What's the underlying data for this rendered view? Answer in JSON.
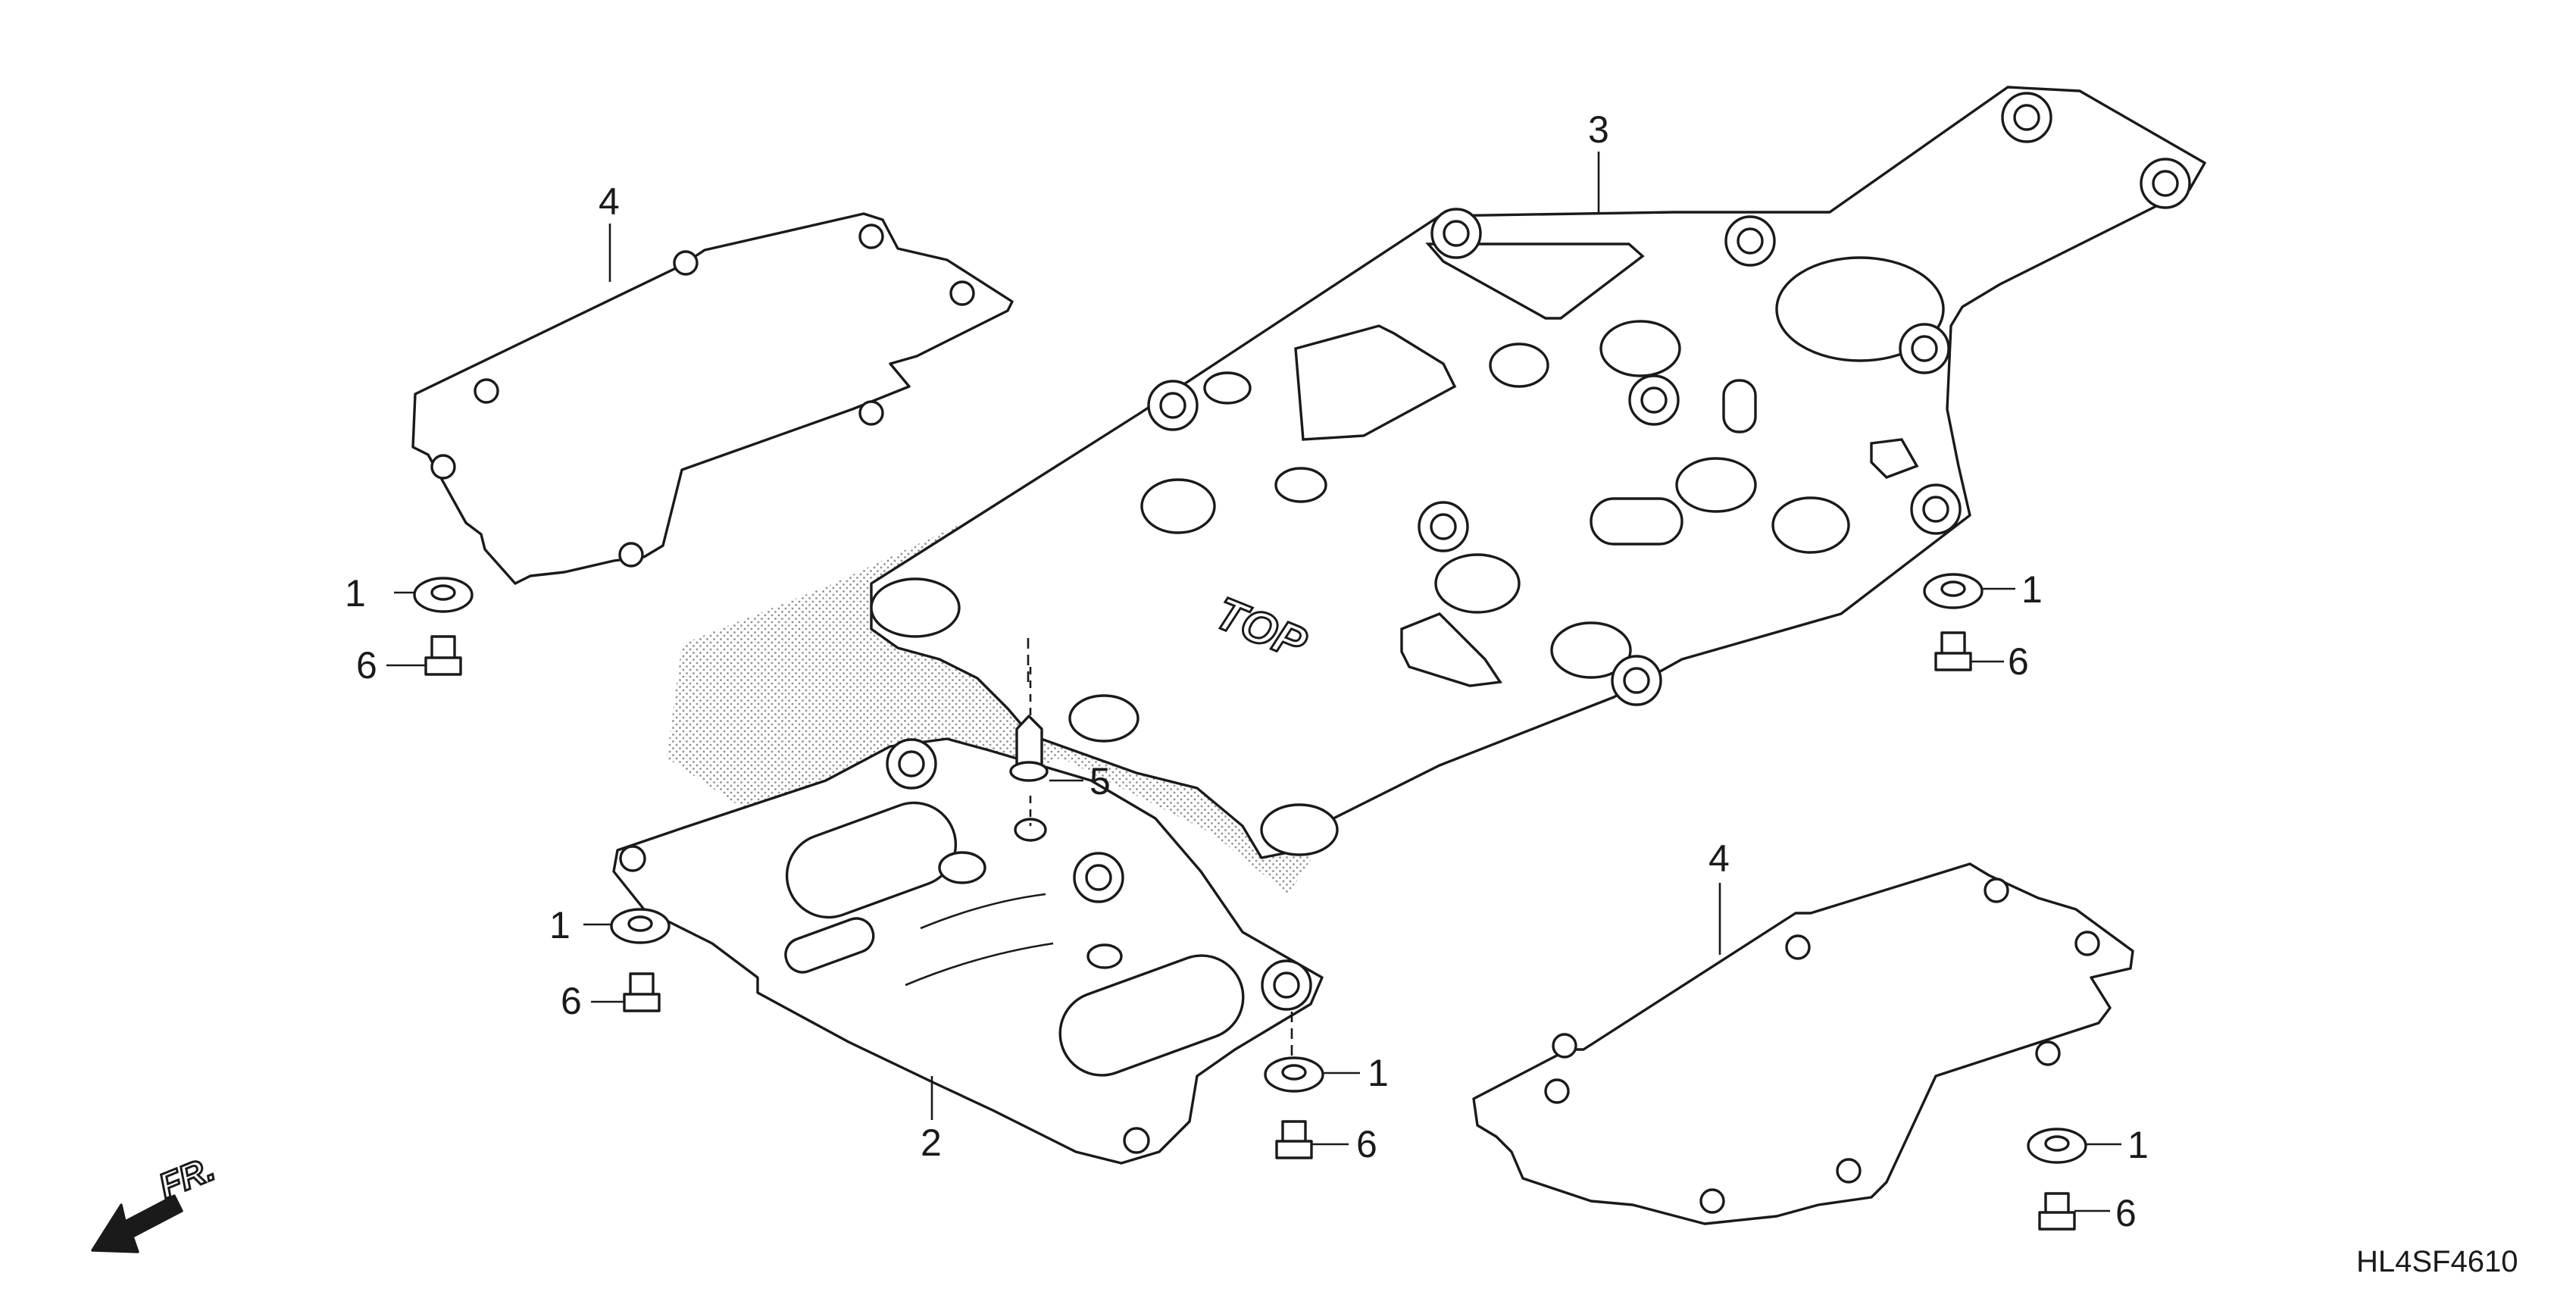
{
  "diagram": {
    "part_code": "HL4SF4610",
    "direction_label": "FR.",
    "embossed_text": "TOP",
    "callouts": {
      "c1a": "1",
      "c1b": "1",
      "c1c": "1",
      "c1d": "1",
      "c1e": "1",
      "c2": "2",
      "c3": "3",
      "c4a": "4",
      "c4b": "4",
      "c5": "5",
      "c6a": "6",
      "c6b": "6",
      "c6c": "6",
      "c6d": "6",
      "c6e": "6"
    }
  }
}
